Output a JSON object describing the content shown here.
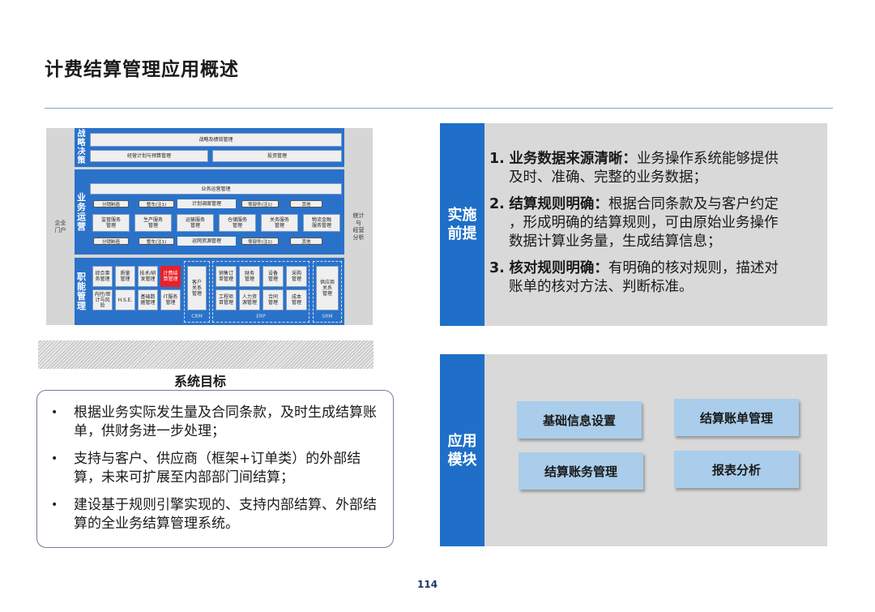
{
  "page": {
    "title": "计费结算管理应用概述",
    "number": "114"
  },
  "architecture": {
    "left_label": "企业\n门户",
    "right_label": "统计\n与\n经营\n分析",
    "strategy": {
      "label": "战略决策",
      "top": "战略及绩效管理",
      "b1": "经营计划与预算管理",
      "b2": "投资管理"
    },
    "operations": {
      "label": "业务运营",
      "header": "业务运营管理",
      "row1": [
        "分销制造",
        "整车(注1)",
        "计划调度管理",
        "零部件(注1)",
        "其他"
      ],
      "row2": [
        "监管服务\n管理",
        "生产服务\n管理",
        "运输服务\n管理",
        "仓储服务\n管理",
        "关务服务\n管理",
        "物流金融\n服务管理"
      ],
      "row3": [
        "分销制造",
        "整车(注1)",
        "运网资源管理",
        "零部件(注1)",
        "其他"
      ]
    },
    "functions": {
      "label": "职能管理",
      "top": [
        "综合事\n务管理",
        "质量\n管理",
        "技术/研\n发管理",
        "计费结\n算管理"
      ],
      "bottom": [
        "内控/审\n计与风险",
        "H.S.E.",
        "基础数\n据管理",
        "IT服务\n管理"
      ],
      "crm": "客户\n关系\n管理",
      "erp_top": [
        "销售订\n单管理",
        "财务\n管理",
        "设备\n管理",
        "采购\n管理"
      ],
      "erp_bottom": [
        "工程项\n目管理",
        "人力资\n源管理",
        "合同\n管理",
        "成本\n管理"
      ],
      "srm": "供应商\n关系\n管理",
      "crm_label": "CRM",
      "erp_label": "ERP",
      "srm_label": "SRM"
    }
  },
  "goals": {
    "title": "系统目标",
    "items": [
      "根据业务实际发生量及合同条款，及时生成结算账单，供财务进一步处理；",
      "支持与客户、供应商（框架+订单类）的外部结算，未来可扩展至内部部门间结算；",
      "建设基于规则引擎实现的、支持内部结算、外部结算的全业务结算管理系统。"
    ],
    "bullet": "•"
  },
  "prerequisites": {
    "tag": "实施\n前提",
    "items": [
      {
        "num": "1.",
        "lead": "业务数据来源清晰：",
        "line1": "业务操作系统能够提供",
        "line2": "及时、准确、完整的业务数据；"
      },
      {
        "num": "2.",
        "lead": "结算规则明确：",
        "line1": "根据合同条款及与客户约定",
        "line2": "，形成明确的结算规则，可由原始业务操作",
        "line3": "数据计算业务量，生成结算信息；"
      },
      {
        "num": "3.",
        "lead": "核对规则明确：",
        "line1": "有明确的核对规则，描述对",
        "line2": "账单的核对方法、判断标准。"
      }
    ]
  },
  "modules": {
    "tag": "应用\n模块",
    "items": [
      "基础信息设置",
      "结算账单管理",
      "结算账务管理",
      "报表分析"
    ]
  },
  "colors": {
    "accent_blue": "#1f6fc8",
    "band_blue": "#2a72c9",
    "module_blue": "#a9cdea",
    "highlight_red": "#e8202a"
  }
}
